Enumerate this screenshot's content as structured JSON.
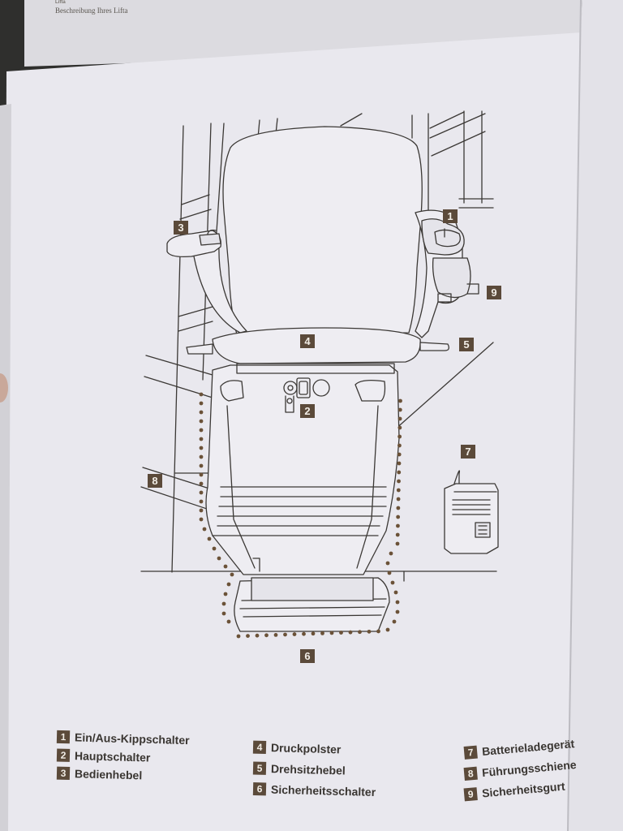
{
  "header": {
    "partial_title": "Lifta",
    "subtitle": "Beschreibung Ihres Lifta"
  },
  "callouts": [
    {
      "number": "1"
    },
    {
      "number": "2"
    },
    {
      "number": "3"
    },
    {
      "number": "4"
    },
    {
      "number": "5"
    },
    {
      "number": "6"
    },
    {
      "number": "7"
    },
    {
      "number": "8"
    },
    {
      "number": "9"
    }
  ],
  "legend": [
    {
      "number": "1",
      "label": "Ein/Aus-Kippschalter"
    },
    {
      "number": "2",
      "label": "Hauptschalter"
    },
    {
      "number": "3",
      "label": "Bedienhebel"
    },
    {
      "number": "4",
      "label": "Druckpolster"
    },
    {
      "number": "5",
      "label": "Drehsitzhebel"
    },
    {
      "number": "6",
      "label": "Sicherheitsschalter"
    },
    {
      "number": "7",
      "label": "Batterieladegerät"
    },
    {
      "number": "8",
      "label": "Führungsschiene"
    },
    {
      "number": "9",
      "label": "Sicherheitsgurt"
    }
  ],
  "colors": {
    "accent": "#5b4a3a",
    "dots": "#6b5238",
    "paper": "#e9e8ee",
    "line": "#3b3835"
  }
}
